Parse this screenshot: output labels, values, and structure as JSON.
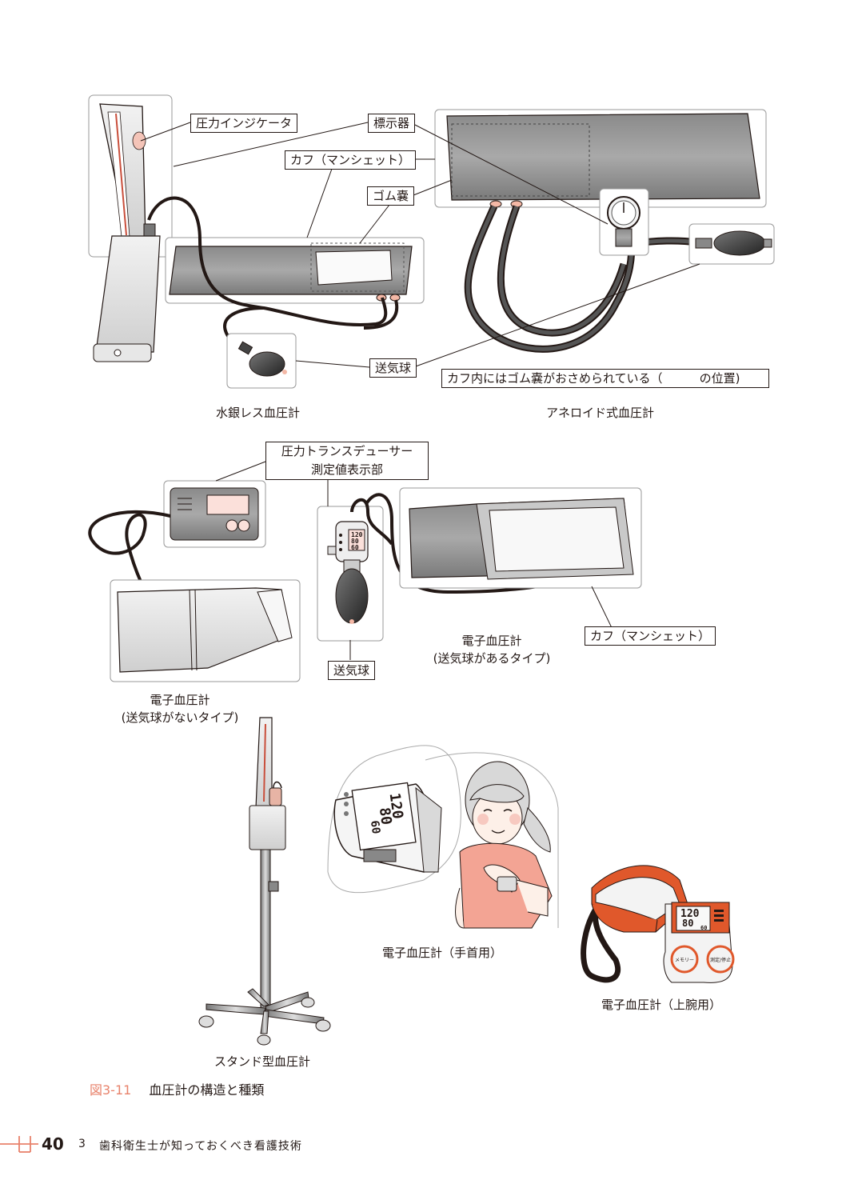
{
  "labels": {
    "pressure_indicator": "圧力インジケータ",
    "display": "標示器",
    "cuff_manchette_1": "カフ（マンシェット）",
    "rubber_bladder": "ゴム嚢",
    "bulb_1": "送気球",
    "bladder_note_before": "カフ内にはゴム嚢がおさめられている（",
    "bladder_note_after": "の位置)",
    "transducer_line1": "圧力トランスデューサー",
    "transducer_line2": "測定値表示部",
    "bulb_2": "送気球",
    "cuff_manchette_2": "カフ（マンシェット）"
  },
  "captions": {
    "mercury_less": "水銀レス血圧計",
    "aneroid": "アネロイド式血圧計",
    "electronic_with_bulb_1": "電子血圧計",
    "electronic_with_bulb_2": "(送気球があるタイプ)",
    "electronic_no_bulb_1": "電子血圧計",
    "electronic_no_bulb_2": "(送気球がないタイプ)",
    "wrist": "電子血圧計（手首用）",
    "upper_arm": "電子血圧計（上腕用）",
    "stand": "スタンド型血圧計"
  },
  "device_readings": {
    "handheld": [
      "120",
      "80",
      "60"
    ],
    "wrist": [
      "120",
      "80",
      "60"
    ],
    "upper_arm": [
      "120",
      "80",
      "60"
    ],
    "upper_arm_buttons": [
      "メモリー",
      "測定/停止"
    ]
  },
  "figure": {
    "number": "図3-11",
    "title": "血圧計の構造と種類"
  },
  "footer": {
    "page": "40",
    "chapter": "3",
    "running_title": "歯科衛生士が知っておくべき看護技術"
  },
  "colors": {
    "accent": "#e8826b",
    "ink": "#231815",
    "device_orange": "#e0582b"
  }
}
